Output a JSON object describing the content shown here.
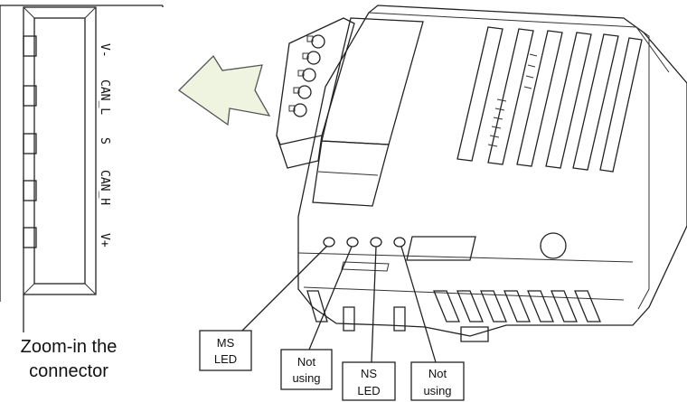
{
  "connector": {
    "pins": [
      "V-",
      "CAN_L",
      "S",
      "CAN_H",
      "V+"
    ],
    "caption": [
      "Zoom-in the",
      "connector"
    ]
  },
  "callouts": {
    "ms_led": [
      "MS",
      "LED"
    ],
    "not_using_1": [
      "Not",
      "using"
    ],
    "ns_led": [
      "NS",
      "LED"
    ],
    "not_using_2": [
      "Not",
      "using"
    ]
  }
}
